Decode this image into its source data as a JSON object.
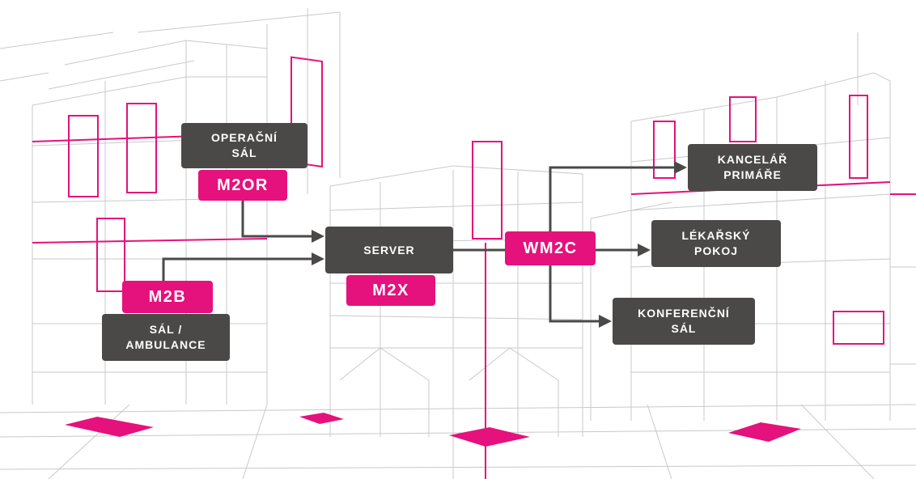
{
  "colors": {
    "accent": "#e5117c",
    "box": "#4b4948",
    "arrow": "#4b4948",
    "line": "#c8c8c8"
  },
  "nodes": {
    "operacni_sal": "OPERAČNÍ\nSÁL",
    "m2or": "M2OR",
    "server": "SERVER",
    "m2x": "M2X",
    "m2b": "M2B",
    "sal_ambulance": "SÁL /\nAMBULANCE",
    "wm2c": "WM2C",
    "kancelar_primare": "KANCELÁŘ\nPRIMÁŘE",
    "lekarsky_pokoj": "LÉKAŘSKÝ\nPOKOJ",
    "konferencni_sal": "KONFERENČNÍ\nSÁL"
  }
}
